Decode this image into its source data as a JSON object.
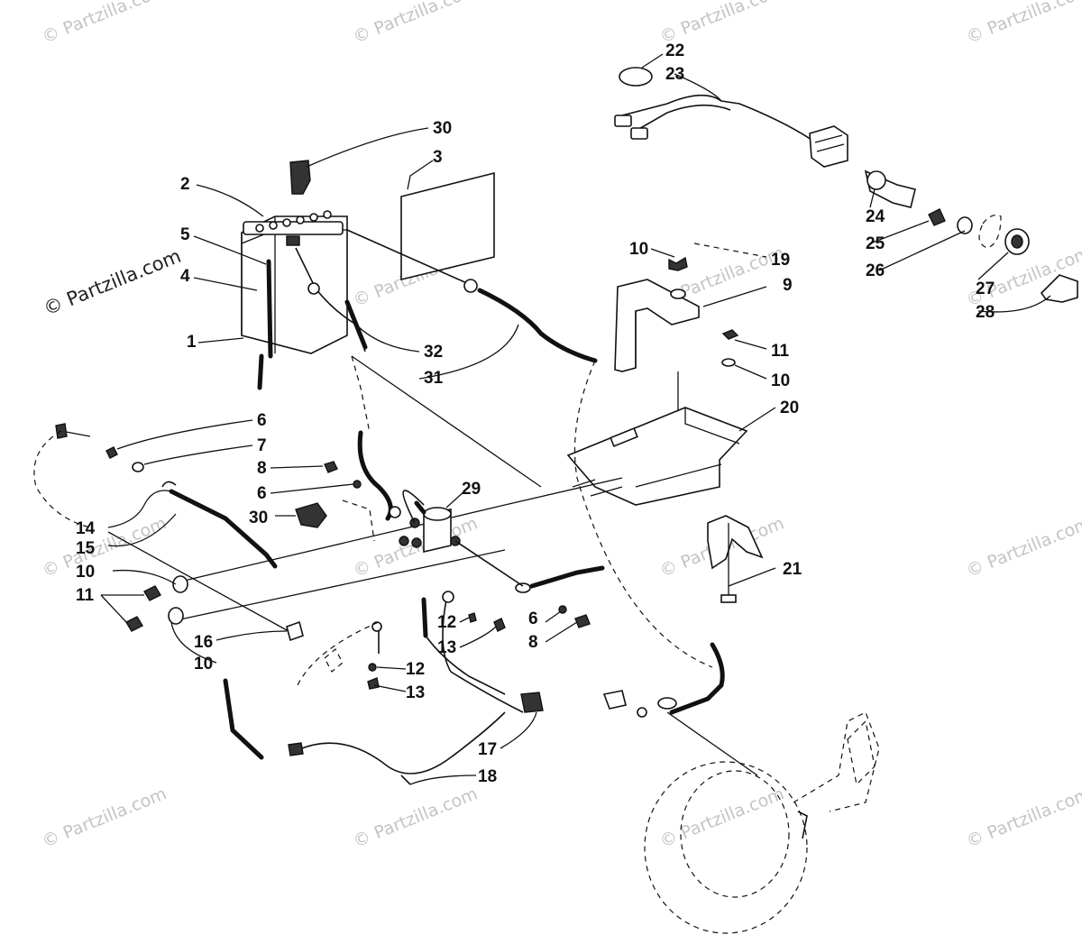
{
  "watermarks": {
    "small": "© Partzilla.com",
    "prominent": "© Partzilla.com"
  },
  "callouts": [
    {
      "id": "c30a",
      "text": "30"
    },
    {
      "id": "c3",
      "text": "3"
    },
    {
      "id": "c2",
      "text": "2"
    },
    {
      "id": "c5",
      "text": "5"
    },
    {
      "id": "c4",
      "text": "4"
    },
    {
      "id": "c1",
      "text": "1"
    },
    {
      "id": "c32",
      "text": "32"
    },
    {
      "id": "c31",
      "text": "31"
    },
    {
      "id": "c22",
      "text": "22"
    },
    {
      "id": "c23",
      "text": "23"
    },
    {
      "id": "c24",
      "text": "24"
    },
    {
      "id": "c25",
      "text": "25"
    },
    {
      "id": "c26",
      "text": "26"
    },
    {
      "id": "c27",
      "text": "27"
    },
    {
      "id": "c28",
      "text": "28"
    },
    {
      "id": "c10a",
      "text": "10"
    },
    {
      "id": "c19",
      "text": "19"
    },
    {
      "id": "c9",
      "text": "9"
    },
    {
      "id": "c11a",
      "text": "11"
    },
    {
      "id": "c10b",
      "text": "10"
    },
    {
      "id": "c20",
      "text": "20"
    },
    {
      "id": "c6a",
      "text": "6"
    },
    {
      "id": "c7",
      "text": "7"
    },
    {
      "id": "c8a",
      "text": "8"
    },
    {
      "id": "c6b",
      "text": "6"
    },
    {
      "id": "c29",
      "text": "29"
    },
    {
      "id": "c30b",
      "text": "30"
    },
    {
      "id": "c14",
      "text": "14"
    },
    {
      "id": "c15",
      "text": "15"
    },
    {
      "id": "c10c",
      "text": "10"
    },
    {
      "id": "c11b",
      "text": "11"
    },
    {
      "id": "c16",
      "text": "16"
    },
    {
      "id": "c10d",
      "text": "10"
    },
    {
      "id": "c21",
      "text": "21"
    },
    {
      "id": "c12a",
      "text": "12"
    },
    {
      "id": "c13a",
      "text": "13"
    },
    {
      "id": "c6c",
      "text": "6"
    },
    {
      "id": "c8b",
      "text": "8"
    },
    {
      "id": "c12b",
      "text": "12"
    },
    {
      "id": "c13b",
      "text": "13"
    },
    {
      "id": "c17",
      "text": "17"
    },
    {
      "id": "c18",
      "text": "18"
    }
  ]
}
